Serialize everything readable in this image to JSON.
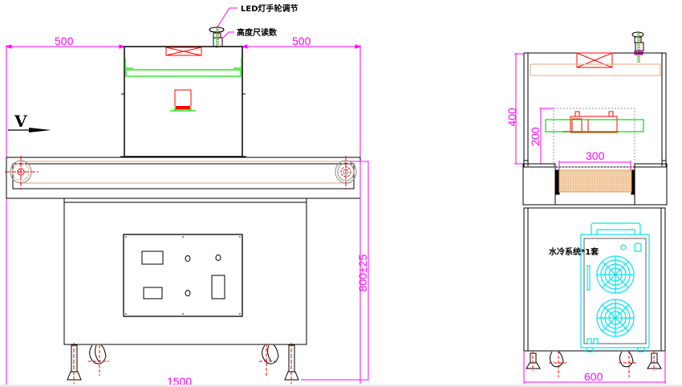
{
  "drawing": {
    "title": "LED UV curing machine - front and side view",
    "colors": {
      "outline": "#000000",
      "dimension": "#ff00ff",
      "lamp": "#ff0000",
      "guide": "#00dd00",
      "belt": "#e8b890",
      "chiller": "#00e5ee",
      "centerline": "#ff0000"
    }
  },
  "front_view": {
    "annotations": {
      "handwheel_label": "LED灯手轮调节",
      "height_scale_label": "高度尺读数"
    },
    "dimensions": {
      "left_overhang": "500",
      "right_overhang": "500",
      "total_length": "1500",
      "height": "800±25"
    },
    "direction_label": "V",
    "control_panel": {
      "displays": 2,
      "knobs": 3,
      "switch": 1
    }
  },
  "side_view": {
    "annotations": {
      "chiller_label": "水冷系统*1套"
    },
    "dimensions": {
      "hood_height": "400",
      "lamp_height": "200",
      "belt_width": "300",
      "total_width": "600"
    }
  }
}
